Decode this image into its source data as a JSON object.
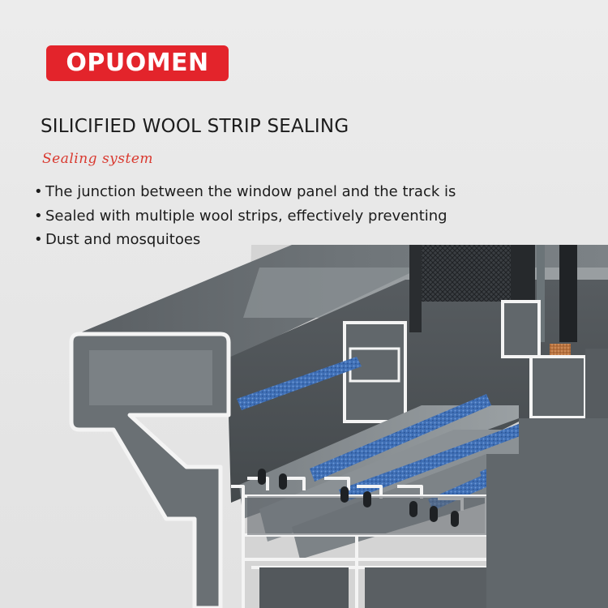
{
  "brand": {
    "logo_text": "OPUOMEN",
    "accent": "#e3242b"
  },
  "heading": {
    "title": "SILICIFIED WOOL STRIP SEALING",
    "subtitle": "Sealing system"
  },
  "bullets": [
    {
      "marker": "•",
      "text": "The junction between the window panel and the track is"
    },
    {
      "marker": "•",
      "text": "Sealed with multiple wool strips, effectively preventing"
    },
    {
      "marker": "•",
      "text": "Dust and mosquitoes"
    }
  ],
  "colors": {
    "wool_seal": "#3f6fb5",
    "profile": "#5e6468",
    "profile_cut": "#f2f2f2"
  }
}
